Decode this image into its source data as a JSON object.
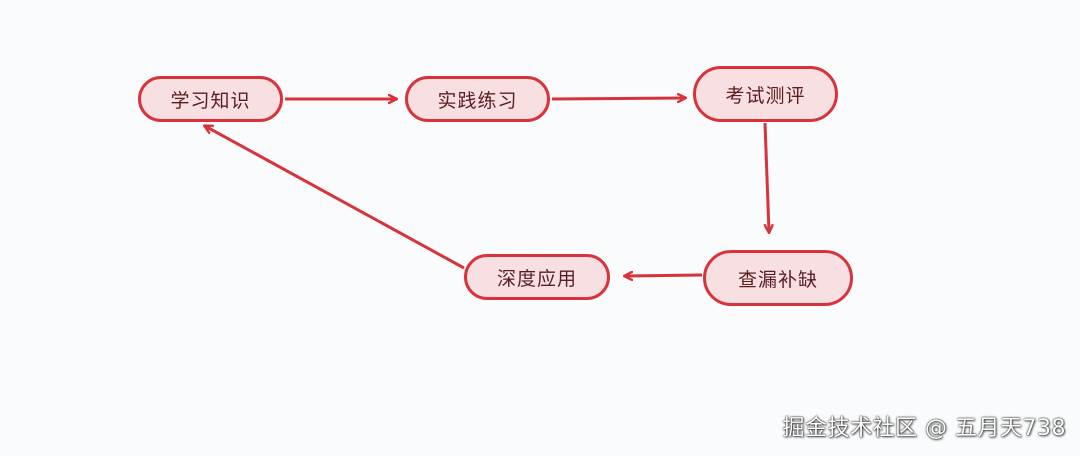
{
  "diagram": {
    "nodes": [
      {
        "id": "n1",
        "label": "学习知识"
      },
      {
        "id": "n2",
        "label": "实践练习"
      },
      {
        "id": "n3",
        "label": "考试测评"
      },
      {
        "id": "n4",
        "label": "查漏补缺"
      },
      {
        "id": "n5",
        "label": "深度应用"
      }
    ],
    "edges": [
      {
        "from": "n1",
        "to": "n2"
      },
      {
        "from": "n2",
        "to": "n3"
      },
      {
        "from": "n3",
        "to": "n4"
      },
      {
        "from": "n4",
        "to": "n5"
      },
      {
        "from": "n5",
        "to": "n1"
      }
    ],
    "colors": {
      "node_fill": "#f8dfe1",
      "node_border": "#d8333b",
      "edge": "#d8333b",
      "background": "#f9fbfc"
    }
  },
  "watermark": {
    "text": "掘金技术社区 @ 五月天738"
  }
}
